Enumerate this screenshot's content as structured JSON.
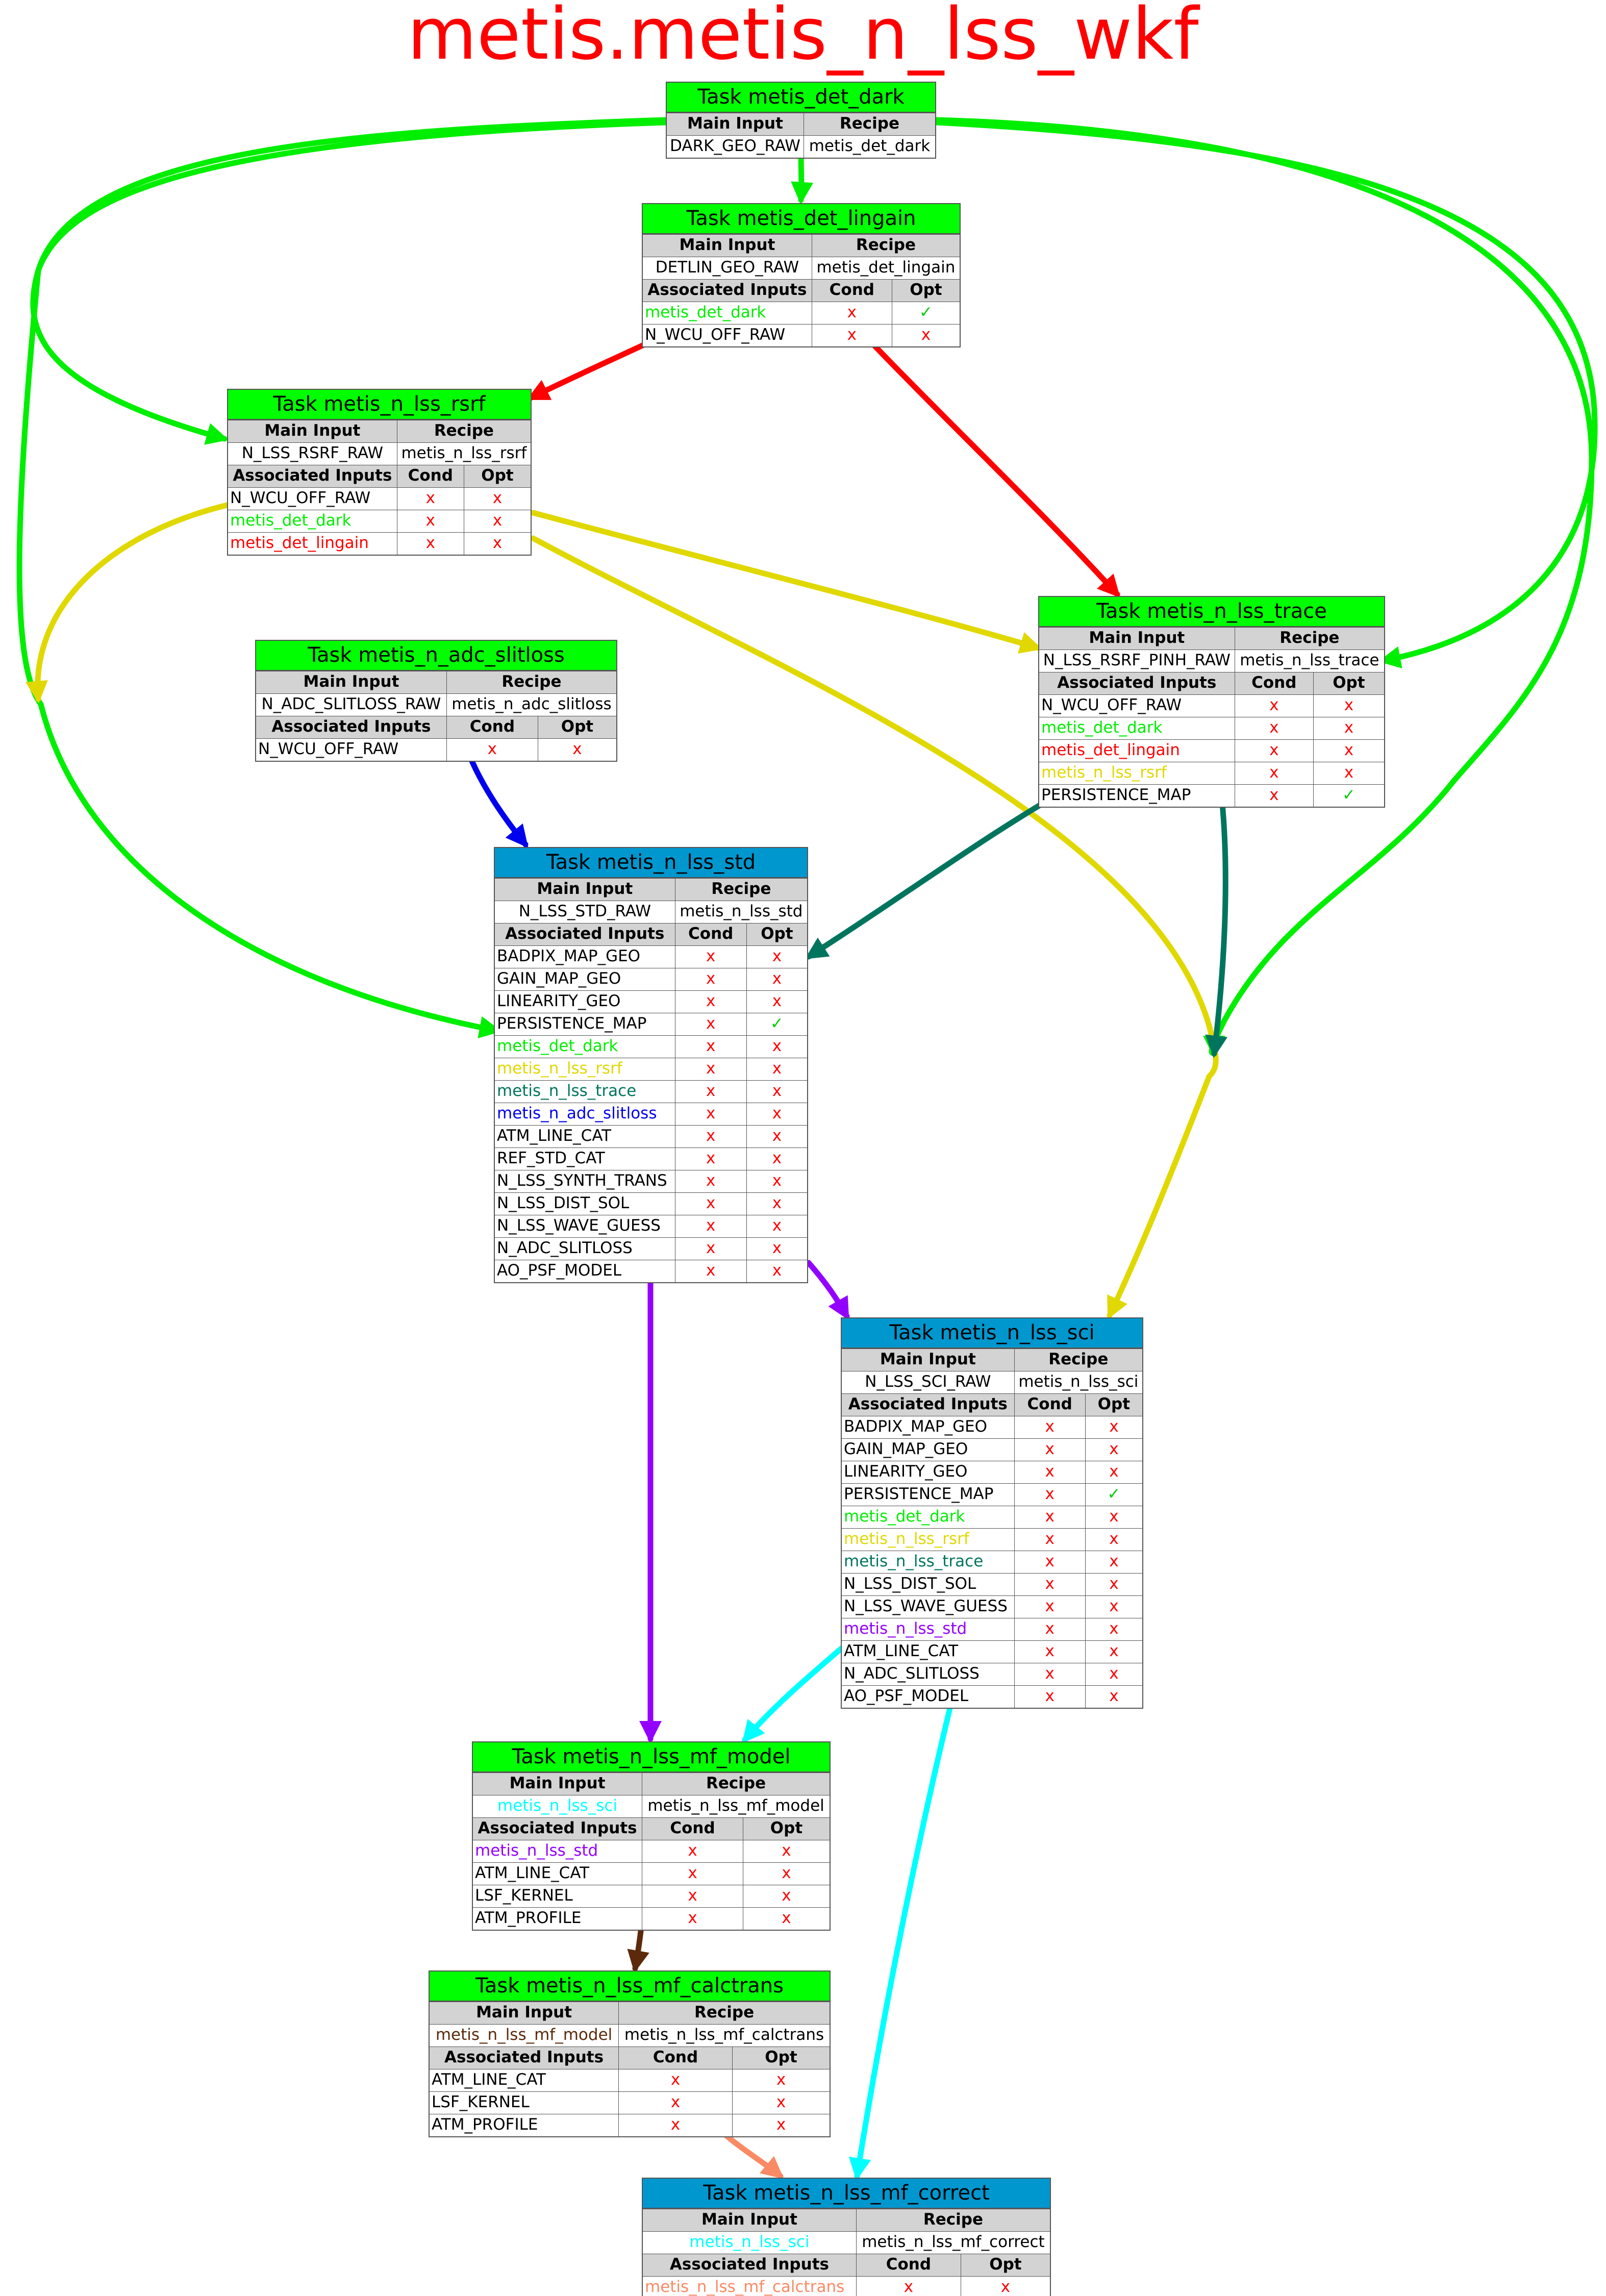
{
  "title": "metis.metis_n_lss_wkf",
  "labels": {
    "task_prefix": "Task ",
    "main_input": "Main Input",
    "recipe": "Recipe",
    "associated_inputs": "Associated Inputs",
    "cond": "Cond",
    "opt": "Opt",
    "no": "x",
    "yes": "✓"
  },
  "colors": {
    "green_header": "#00ff00",
    "blue_header": "#0097cf",
    "green": "#00ee00",
    "red": "#ff0000",
    "yellow": "#e0d800",
    "blue": "#0000ee",
    "teal": "#00755e",
    "purple": "#9400ff",
    "cyan": "#00ffff",
    "brown": "#5c2a0a",
    "salmon": "#fa8a64",
    "black": "#000000"
  },
  "tasks": [
    {
      "id": "det_dark",
      "name": "metis_det_dark",
      "header": "green",
      "main_input": "DARK_GEO_RAW",
      "main_input_color": "black",
      "recipe": "metis_det_dark",
      "inputs": []
    },
    {
      "id": "det_lingain",
      "name": "metis_det_lingain",
      "header": "green",
      "main_input": "DETLIN_GEO_RAW",
      "main_input_color": "black",
      "recipe": "metis_det_lingain",
      "inputs": [
        {
          "name": "metis_det_dark",
          "color": "green",
          "cond": "x",
          "opt": "✓"
        },
        {
          "name": "N_WCU_OFF_RAW",
          "color": "black",
          "cond": "x",
          "opt": "x"
        }
      ]
    },
    {
      "id": "rsrf",
      "name": "metis_n_lss_rsrf",
      "header": "green",
      "main_input": "N_LSS_RSRF_RAW",
      "main_input_color": "black",
      "recipe": "metis_n_lss_rsrf",
      "inputs": [
        {
          "name": "N_WCU_OFF_RAW",
          "color": "black",
          "cond": "x",
          "opt": "x"
        },
        {
          "name": "metis_det_dark",
          "color": "green",
          "cond": "x",
          "opt": "x"
        },
        {
          "name": "metis_det_lingain",
          "color": "red",
          "cond": "x",
          "opt": "x"
        }
      ]
    },
    {
      "id": "slitloss",
      "name": "metis_n_adc_slitloss",
      "header": "green",
      "main_input": "N_ADC_SLITLOSS_RAW",
      "main_input_color": "black",
      "recipe": "metis_n_adc_slitloss",
      "inputs": [
        {
          "name": "N_WCU_OFF_RAW",
          "color": "black",
          "cond": "x",
          "opt": "x"
        }
      ]
    },
    {
      "id": "trace",
      "name": "metis_n_lss_trace",
      "header": "green",
      "main_input": "N_LSS_RSRF_PINH_RAW",
      "main_input_color": "black",
      "recipe": "metis_n_lss_trace",
      "inputs": [
        {
          "name": "N_WCU_OFF_RAW",
          "color": "black",
          "cond": "x",
          "opt": "x"
        },
        {
          "name": "metis_det_dark",
          "color": "green",
          "cond": "x",
          "opt": "x"
        },
        {
          "name": "metis_det_lingain",
          "color": "red",
          "cond": "x",
          "opt": "x"
        },
        {
          "name": "metis_n_lss_rsrf",
          "color": "yellow",
          "cond": "x",
          "opt": "x"
        },
        {
          "name": "PERSISTENCE_MAP",
          "color": "black",
          "cond": "x",
          "opt": "✓"
        }
      ]
    },
    {
      "id": "std",
      "name": "metis_n_lss_std",
      "header": "blue",
      "main_input": "N_LSS_STD_RAW",
      "main_input_color": "black",
      "recipe": "metis_n_lss_std",
      "inputs": [
        {
          "name": "BADPIX_MAP_GEO",
          "color": "black",
          "cond": "x",
          "opt": "x"
        },
        {
          "name": "GAIN_MAP_GEO",
          "color": "black",
          "cond": "x",
          "opt": "x"
        },
        {
          "name": "LINEARITY_GEO",
          "color": "black",
          "cond": "x",
          "opt": "x"
        },
        {
          "name": "PERSISTENCE_MAP",
          "color": "black",
          "cond": "x",
          "opt": "✓"
        },
        {
          "name": "metis_det_dark",
          "color": "green",
          "cond": "x",
          "opt": "x"
        },
        {
          "name": "metis_n_lss_rsrf",
          "color": "yellow",
          "cond": "x",
          "opt": "x"
        },
        {
          "name": "metis_n_lss_trace",
          "color": "teal",
          "cond": "x",
          "opt": "x"
        },
        {
          "name": "metis_n_adc_slitloss",
          "color": "blue",
          "cond": "x",
          "opt": "x"
        },
        {
          "name": "ATM_LINE_CAT",
          "color": "black",
          "cond": "x",
          "opt": "x"
        },
        {
          "name": "REF_STD_CAT",
          "color": "black",
          "cond": "x",
          "opt": "x"
        },
        {
          "name": "N_LSS_SYNTH_TRANS",
          "color": "black",
          "cond": "x",
          "opt": "x"
        },
        {
          "name": "N_LSS_DIST_SOL",
          "color": "black",
          "cond": "x",
          "opt": "x"
        },
        {
          "name": "N_LSS_WAVE_GUESS",
          "color": "black",
          "cond": "x",
          "opt": "x"
        },
        {
          "name": "N_ADC_SLITLOSS",
          "color": "black",
          "cond": "x",
          "opt": "x"
        },
        {
          "name": "AO_PSF_MODEL",
          "color": "black",
          "cond": "x",
          "opt": "x"
        }
      ]
    },
    {
      "id": "sci",
      "name": "metis_n_lss_sci",
      "header": "blue",
      "main_input": "N_LSS_SCI_RAW",
      "main_input_color": "black",
      "recipe": "metis_n_lss_sci",
      "inputs": [
        {
          "name": "BADPIX_MAP_GEO",
          "color": "black",
          "cond": "x",
          "opt": "x"
        },
        {
          "name": "GAIN_MAP_GEO",
          "color": "black",
          "cond": "x",
          "opt": "x"
        },
        {
          "name": "LINEARITY_GEO",
          "color": "black",
          "cond": "x",
          "opt": "x"
        },
        {
          "name": "PERSISTENCE_MAP",
          "color": "black",
          "cond": "x",
          "opt": "✓"
        },
        {
          "name": "metis_det_dark",
          "color": "green",
          "cond": "x",
          "opt": "x"
        },
        {
          "name": "metis_n_lss_rsrf",
          "color": "yellow",
          "cond": "x",
          "opt": "x"
        },
        {
          "name": "metis_n_lss_trace",
          "color": "teal",
          "cond": "x",
          "opt": "x"
        },
        {
          "name": "N_LSS_DIST_SOL",
          "color": "black",
          "cond": "x",
          "opt": "x"
        },
        {
          "name": "N_LSS_WAVE_GUESS",
          "color": "black",
          "cond": "x",
          "opt": "x"
        },
        {
          "name": "metis_n_lss_std",
          "color": "purple",
          "cond": "x",
          "opt": "x"
        },
        {
          "name": "ATM_LINE_CAT",
          "color": "black",
          "cond": "x",
          "opt": "x"
        },
        {
          "name": "N_ADC_SLITLOSS",
          "color": "black",
          "cond": "x",
          "opt": "x"
        },
        {
          "name": "AO_PSF_MODEL",
          "color": "black",
          "cond": "x",
          "opt": "x"
        }
      ]
    },
    {
      "id": "mf_model",
      "name": "metis_n_lss_mf_model",
      "header": "green",
      "main_input": "metis_n_lss_sci",
      "main_input_color": "cyan",
      "recipe": "metis_n_lss_mf_model",
      "inputs": [
        {
          "name": "metis_n_lss_std",
          "color": "purple",
          "cond": "x",
          "opt": "x"
        },
        {
          "name": "ATM_LINE_CAT",
          "color": "black",
          "cond": "x",
          "opt": "x"
        },
        {
          "name": "LSF_KERNEL",
          "color": "black",
          "cond": "x",
          "opt": "x"
        },
        {
          "name": "ATM_PROFILE",
          "color": "black",
          "cond": "x",
          "opt": "x"
        }
      ]
    },
    {
      "id": "mf_calctrans",
      "name": "metis_n_lss_mf_calctrans",
      "header": "green",
      "main_input": "metis_n_lss_mf_model",
      "main_input_color": "brown",
      "recipe": "metis_n_lss_mf_calctrans",
      "inputs": [
        {
          "name": "ATM_LINE_CAT",
          "color": "black",
          "cond": "x",
          "opt": "x"
        },
        {
          "name": "LSF_KERNEL",
          "color": "black",
          "cond": "x",
          "opt": "x"
        },
        {
          "name": "ATM_PROFILE",
          "color": "black",
          "cond": "x",
          "opt": "x"
        }
      ]
    },
    {
      "id": "mf_correct",
      "name": "metis_n_lss_mf_correct",
      "header": "blue",
      "main_input": "metis_n_lss_sci",
      "main_input_color": "cyan",
      "recipe": "metis_n_lss_mf_correct",
      "inputs": [
        {
          "name": "metis_n_lss_mf_calctrans",
          "color": "salmon",
          "cond": "x",
          "opt": "x"
        }
      ]
    }
  ],
  "edges": [
    {
      "from": "metis_det_dark",
      "to": "metis_det_lingain",
      "color": "green"
    },
    {
      "from": "metis_det_dark",
      "to": "metis_n_lss_rsrf",
      "color": "green"
    },
    {
      "from": "metis_det_dark",
      "to": "metis_n_lss_std",
      "color": "green"
    },
    {
      "from": "metis_det_dark",
      "to": "metis_n_lss_trace",
      "color": "green"
    },
    {
      "from": "metis_det_dark",
      "to": "metis_n_lss_sci",
      "color": "green"
    },
    {
      "from": "metis_det_lingain",
      "to": "metis_n_lss_rsrf",
      "color": "red"
    },
    {
      "from": "metis_det_lingain",
      "to": "metis_n_lss_trace",
      "color": "red"
    },
    {
      "from": "metis_n_lss_rsrf",
      "to": "metis_n_lss_trace",
      "color": "yellow"
    },
    {
      "from": "metis_n_lss_rsrf",
      "to": "metis_n_lss_std",
      "color": "yellow"
    },
    {
      "from": "metis_n_lss_rsrf",
      "to": "metis_n_lss_sci",
      "color": "yellow"
    },
    {
      "from": "metis_n_adc_slitloss",
      "to": "metis_n_lss_std",
      "color": "blue"
    },
    {
      "from": "metis_n_lss_trace",
      "to": "metis_n_lss_std",
      "color": "teal"
    },
    {
      "from": "metis_n_lss_trace",
      "to": "metis_n_lss_sci",
      "color": "teal"
    },
    {
      "from": "metis_n_lss_std",
      "to": "metis_n_lss_sci",
      "color": "purple"
    },
    {
      "from": "metis_n_lss_std",
      "to": "metis_n_lss_mf_model",
      "color": "purple"
    },
    {
      "from": "metis_n_lss_sci",
      "to": "metis_n_lss_mf_model",
      "color": "cyan"
    },
    {
      "from": "metis_n_lss_sci",
      "to": "metis_n_lss_mf_correct",
      "color": "cyan"
    },
    {
      "from": "metis_n_lss_mf_model",
      "to": "metis_n_lss_mf_calctrans",
      "color": "brown"
    },
    {
      "from": "metis_n_lss_mf_calctrans",
      "to": "metis_n_lss_mf_correct",
      "color": "salmon"
    }
  ]
}
